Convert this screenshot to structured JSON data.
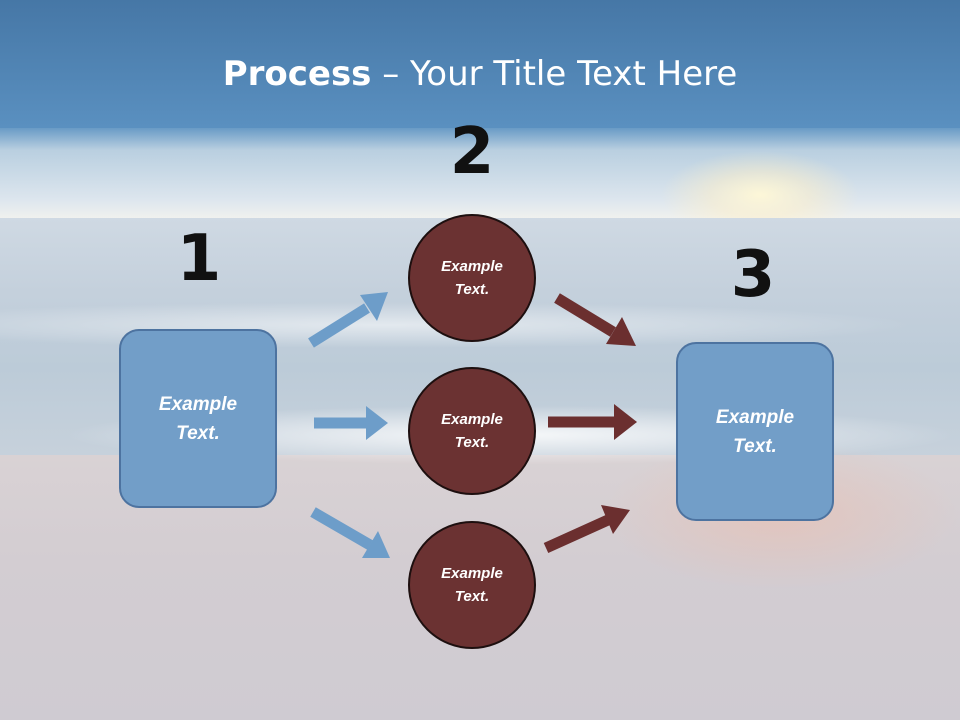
{
  "title": {
    "bold": "Process",
    "rest": " – Your Title Text Here"
  },
  "steps": {
    "one": "1",
    "two": "2",
    "three": "3"
  },
  "input_box": {
    "text": "Example\nText."
  },
  "circles": [
    {
      "text": "Example\nText."
    },
    {
      "text": "Example\nText."
    },
    {
      "text": "Example\nText."
    }
  ],
  "output_box": {
    "text": "Example\nText."
  },
  "colors": {
    "box_fill": "#729ec8",
    "circle_fill": "#6b3232",
    "blue_arrow": "#6d9dc9",
    "red_arrow": "#6b2f2f"
  }
}
